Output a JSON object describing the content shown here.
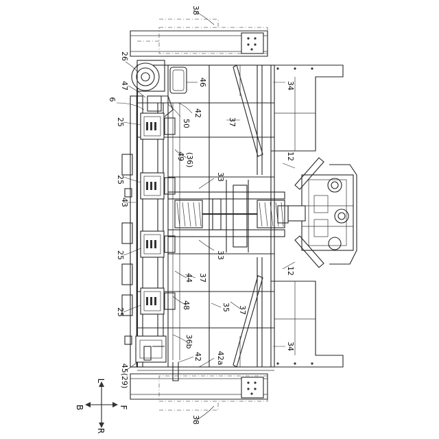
{
  "labels": {
    "l38": "38",
    "l26": "26",
    "l46": "46",
    "l34": "34",
    "l47": "47",
    "l6": "6",
    "l50": "50",
    "l42": "42",
    "l37": "37",
    "l25": "25",
    "l49": "49",
    "l36": "(36)",
    "l12": "12",
    "l33": "33",
    "l43": "43",
    "l44": "44",
    "l48": "48",
    "l35": "35",
    "l36b": "36b",
    "l42a": "42a",
    "l4529": "45(29)"
  },
  "directions": {
    "left": "L",
    "right": "R",
    "back": "B",
    "front": "F"
  }
}
